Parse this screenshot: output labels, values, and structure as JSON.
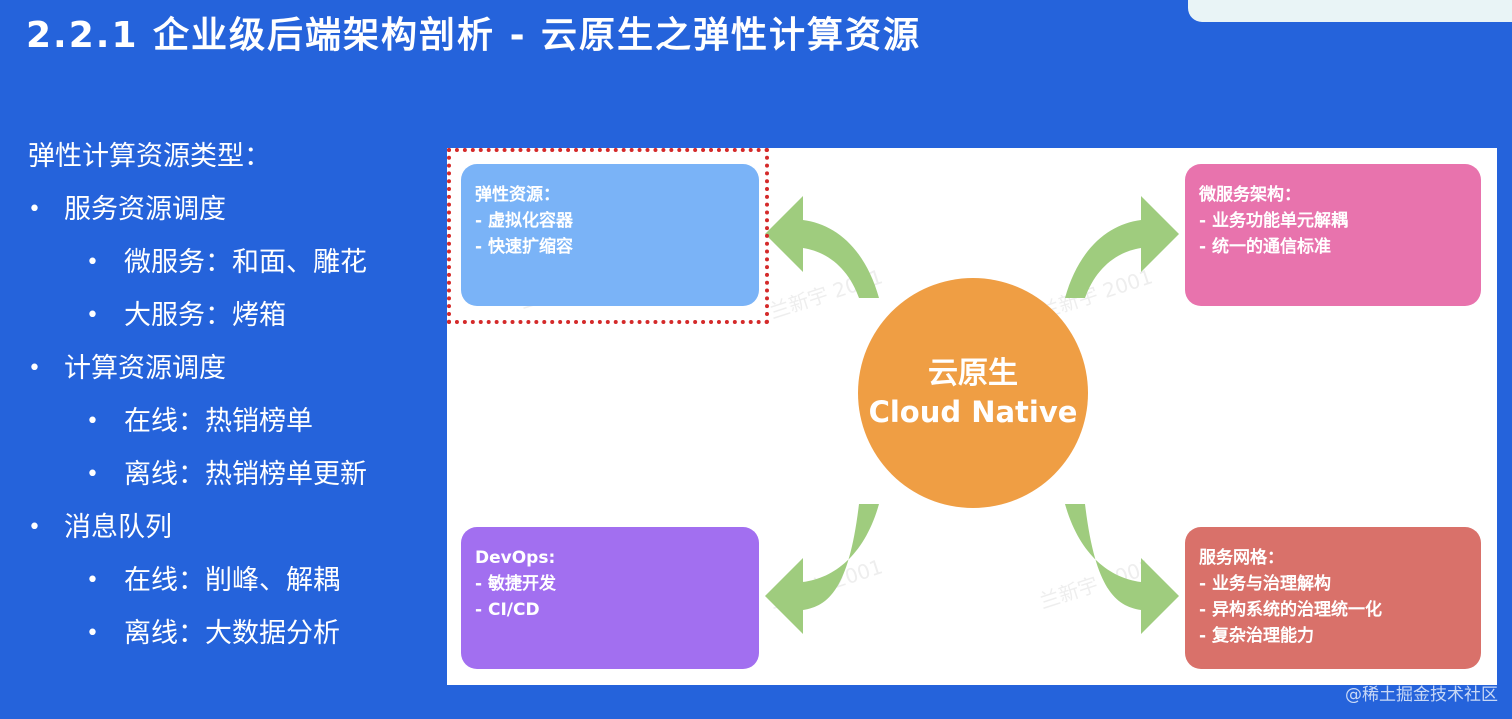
{
  "slide": {
    "title": "2.2.1 企业级后端架构剖析 - 云原生之弹性计算资源"
  },
  "outline": {
    "heading": "弹性计算资源类型：",
    "bullet_symbol": "•",
    "items": [
      {
        "level": 1,
        "text": "服务资源调度"
      },
      {
        "level": 2,
        "text": "微服务：和面、雕花"
      },
      {
        "level": 2,
        "text": "大服务：烤箱"
      },
      {
        "level": 1,
        "text": "计算资源调度"
      },
      {
        "level": 2,
        "text": "在线：热销榜单"
      },
      {
        "level": 2,
        "text": "离线：热销榜单更新"
      },
      {
        "level": 1,
        "text": "消息队列"
      },
      {
        "level": 2,
        "text": "在线：削峰、解耦"
      },
      {
        "level": 2,
        "text": "离线：大数据分析"
      }
    ]
  },
  "diagram": {
    "center": {
      "label_cn": "云原生",
      "label_en": "Cloud Native",
      "color": "#ef9e44"
    },
    "boxes": {
      "elastic": {
        "title": "弹性资源：",
        "lines": [
          "- 虚拟化容器",
          "- 快速扩缩容"
        ],
        "color": "#7ab3f7",
        "highlighted": true
      },
      "microservice": {
        "title": "微服务架构：",
        "lines": [
          "- 业务功能单元解耦",
          "- 统一的通信标准"
        ],
        "color": "#e873ad"
      },
      "devops": {
        "title": "DevOps:",
        "lines": [
          "- 敏捷开发",
          "- CI/CD"
        ],
        "color": "#a26ff0"
      },
      "service_mesh": {
        "title": "服务网格：",
        "lines": [
          "- 业务与治理解构",
          "- 异构系统的治理统一化",
          "- 复杂治理能力"
        ],
        "color": "#d9716a"
      }
    },
    "arrow_color": "#9fcc7e",
    "highlight_color": "#d42a2a",
    "watermark_text": "兰新宇 2001"
  },
  "corner_watermark": "@稀土掘金技术社区"
}
